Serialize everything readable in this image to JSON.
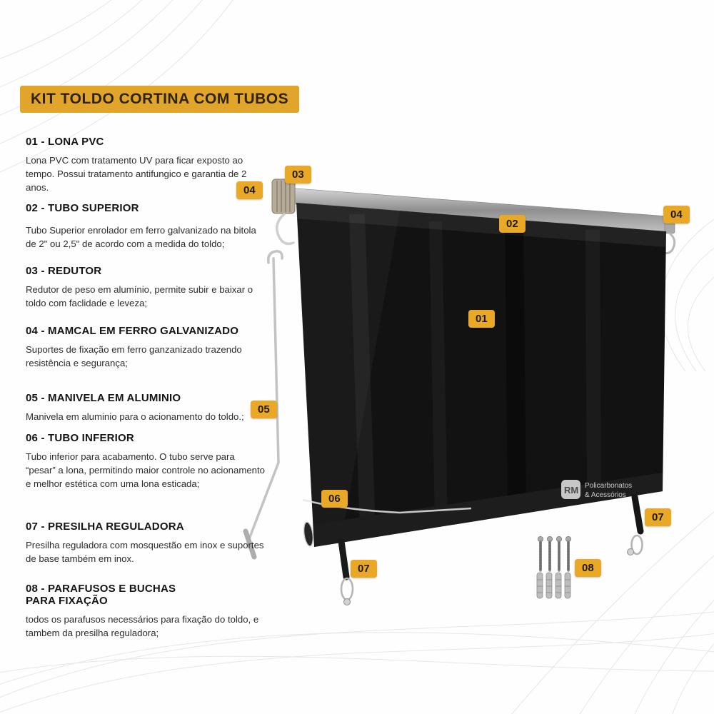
{
  "title": "KIT TOLDO CORTINA COM TUBOS",
  "colors": {
    "accent_badge": "#E9A825",
    "title_bg": "#E2A52B",
    "tarp_black": "#121212",
    "metal_gray": "#B5B5B5"
  },
  "sections": [
    {
      "heading": "01 - LONA PVC",
      "body": "Lona PVC com tratamento UV para ficar exposto ao tempo. Possui tratamento antifungico e garantia de 2 anos."
    },
    {
      "heading": "02 - TUBO SUPERIOR",
      "body": "Tubo Superior enrolador em ferro galvanizado na bitola de 2\" ou 2,5\" de acordo com a medida do toldo;"
    },
    {
      "heading": "03 - REDUTOR",
      "body": "Redutor de peso em alumínio, permite subir e baixar o toldo com faclidade e leveza;"
    },
    {
      "heading": "04 - MAMCAL  EM FERRO GALVANIZADO",
      "body": "Suportes de fixação em ferro ganzanizado trazendo resistência e segurança;"
    },
    {
      "heading": "05 - MANIVELA EM ALUMINIO",
      "body": "Manivela em aluminio para o acionamento do toldo.;"
    },
    {
      "heading": "06 - TUBO INFERIOR",
      "body": "Tubo inferior para acabamento. O tubo serve para “pesar” a lona, permitindo maior controle no acionamento e melhor estética com uma lona esticada;"
    },
    {
      "heading": "07 - PRESILHA REGULADORA",
      "body": "Presilha reguladora com mosquestão em inox e suportes de base também em inox."
    },
    {
      "heading": "08 - PARAFUSOS E BUCHAS\nPARA FIXAÇÃO",
      "body": "todos os parafusos necessários para fixação do toldo, e tambem da presilha reguladora;"
    }
  ],
  "callouts": {
    "lona": "01",
    "tubo_superior": "02",
    "redutor": "03",
    "mamcal_left": "04",
    "mamcal_right": "04",
    "manivela": "05",
    "tubo_inferior": "06",
    "presilha_right": "07",
    "presilha_bottom": "07",
    "parafusos": "08"
  },
  "logo": {
    "abbr": "RM",
    "line1": "Policarbonatos",
    "line2": "& Acessórios"
  }
}
